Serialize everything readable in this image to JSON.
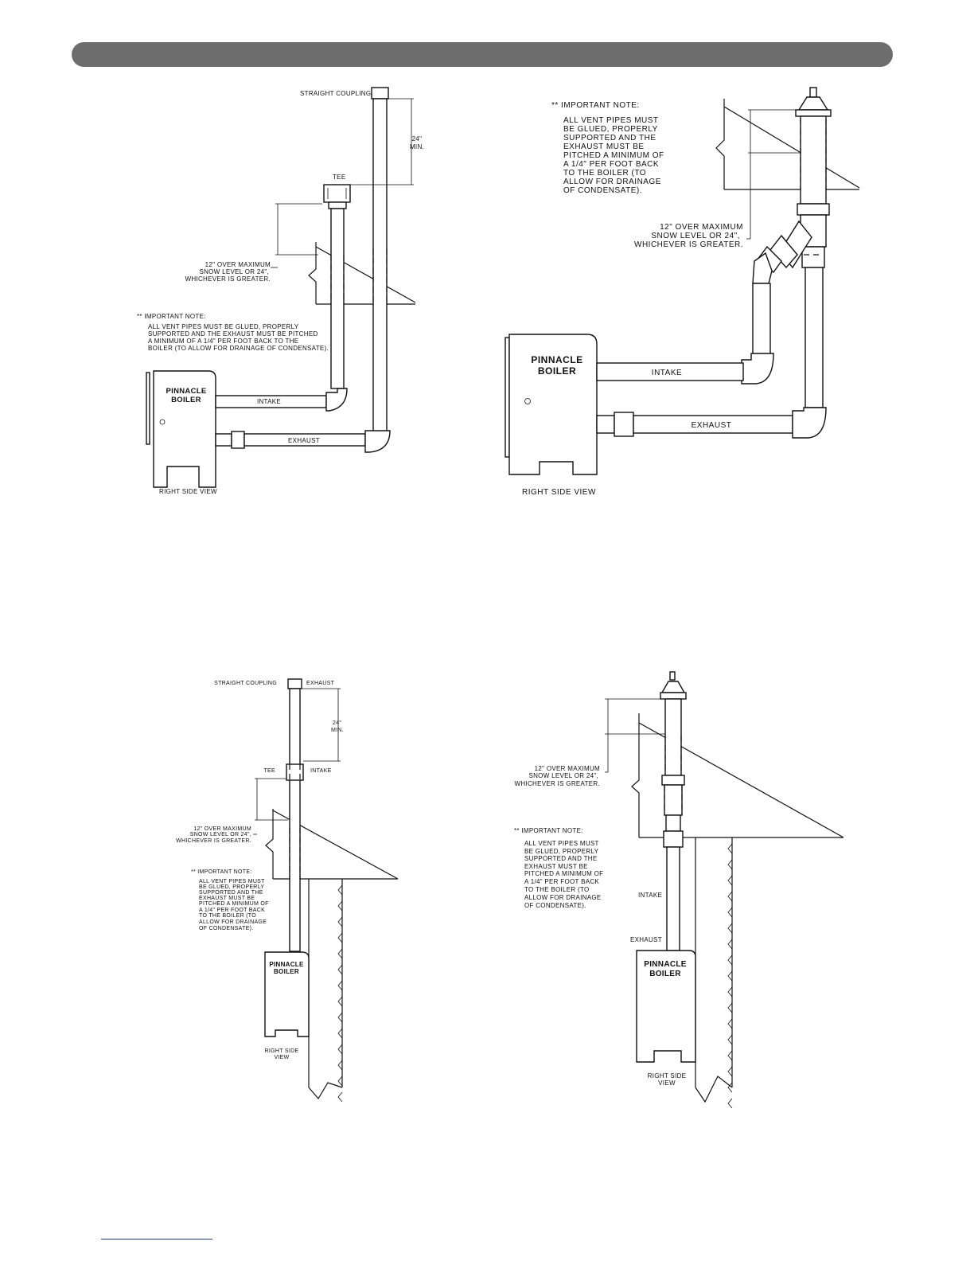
{
  "diagram1": {
    "straight_coupling": "STRAIGHT COUPLING",
    "min_24": "24\"",
    "min_label": "MIN.",
    "tee": "TEE",
    "snow_note": [
      "12\" OVER MAXIMUM",
      "SNOW LEVEL OR 24\",",
      "WHICHEVER IS GREATER."
    ],
    "important_note": "** IMPORTANT NOTE:",
    "note_lines": [
      "ALL VENT PIPES MUST BE GLUED, PROPERLY",
      "SUPPORTED AND THE EXHAUST MUST BE PITCHED",
      "A MINIMUM OF A 1/4\" PER FOOT BACK TO THE",
      "BOILER (TO ALLOW FOR DRAINAGE OF CONDENSATE)."
    ],
    "boiler": [
      "PINNACLE",
      "BOILER"
    ],
    "intake": "INTAKE",
    "exhaust": "EXHAUST",
    "view": "RIGHT SIDE VIEW"
  },
  "diagram2": {
    "important_note": "** IMPORTANT NOTE:",
    "note_lines": [
      "ALL VENT PIPES MUST",
      "BE GLUED, PROPERLY",
      "SUPPORTED AND THE",
      "EXHAUST MUST BE",
      "PITCHED A MINIMUM OF",
      "A 1/4\" PER FOOT BACK",
      "TO THE BOILER (TO",
      "ALLOW FOR DRAINAGE",
      "OF CONDENSATE)."
    ],
    "snow_note": [
      "12\" OVER MAXIMUM",
      "SNOW LEVEL OR 24\",",
      "WHICHEVER IS GREATER."
    ],
    "boiler": [
      "PINNACLE",
      "BOILER"
    ],
    "intake": "INTAKE",
    "exhaust": "EXHAUST",
    "view": "RIGHT SIDE VIEW"
  },
  "diagram3": {
    "straight_coupling": "STRAIGHT COUPLING",
    "exhaust": "EXHAUST",
    "min_24": "24\"",
    "min_label": "MIN.",
    "tee": "TEE",
    "intake": "INTAKE",
    "snow_note": [
      "12\" OVER MAXIMUM",
      "SNOW LEVEL OR 24\",",
      "WHICHEVER IS GREATER."
    ],
    "important_note": "** IMPORTANT NOTE:",
    "note_lines": [
      "ALL VENT PIPES MUST",
      "BE GLUED, PROPERLY",
      "SUPPORTED AND THE",
      "EXHAUST MUST BE",
      "PITCHED A MINIMUM OF",
      "A 1/4\" PER FOOT BACK",
      "TO THE BOILER (TO",
      "ALLOW FOR DRAINAGE",
      "OF CONDENSATE)."
    ],
    "boiler": [
      "PINNACLE",
      "BOILER"
    ],
    "view": [
      "RIGHT SIDE",
      "VIEW"
    ]
  },
  "diagram4": {
    "snow_note": [
      "12\" OVER MAXIMUM",
      "SNOW LEVEL OR 24\",",
      "WHICHEVER IS GREATER."
    ],
    "important_note": "** IMPORTANT NOTE:",
    "note_lines": [
      "ALL VENT PIPES MUST",
      "BE GLUED, PROPERLY",
      "SUPPORTED AND THE",
      "EXHAUST MUST BE",
      "PITCHED A MINIMUM OF",
      "A 1/4\" PER FOOT BACK",
      "TO THE BOILER (TO",
      "ALLOW FOR DRAINAGE",
      "OF CONDENSATE)."
    ],
    "intake": "INTAKE",
    "exhaust": "EXHAUST",
    "boiler": [
      "PINNACLE",
      "BOILER"
    ],
    "view": [
      "RIGHT SIDE",
      "VIEW"
    ]
  }
}
